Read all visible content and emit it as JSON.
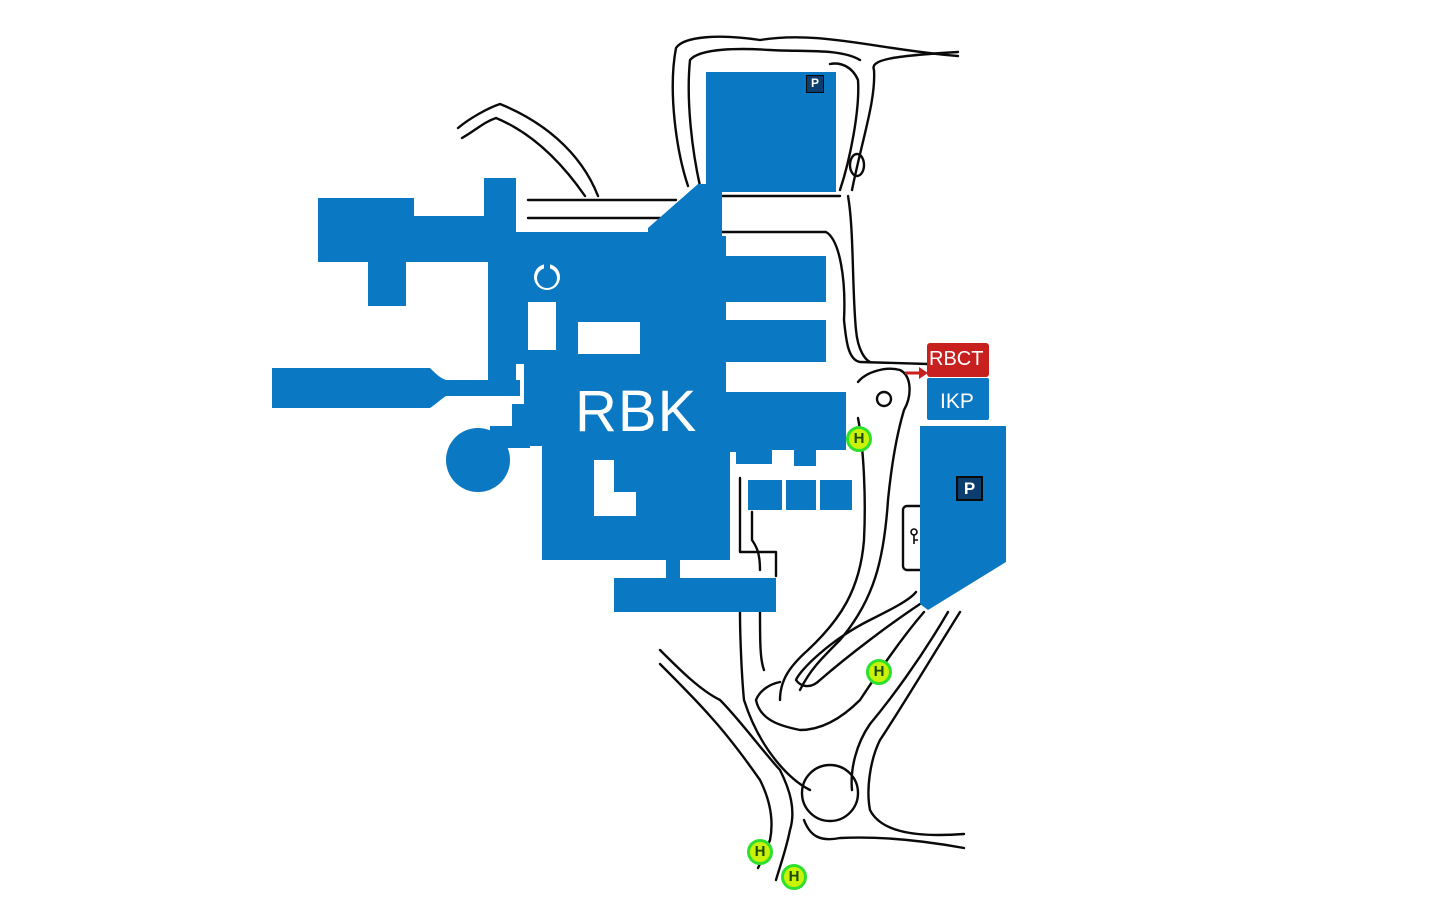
{
  "map": {
    "labels": {
      "main_building": "RBK",
      "building_rbct": "RBCT",
      "building_ikp": "IKP"
    },
    "parking": {
      "symbol": "P",
      "count": 2
    },
    "bus_stops": {
      "symbol": "H",
      "count": 4
    },
    "icons": [
      "parking-icon",
      "bus-stop-icon",
      "arrow-icon",
      "key-icon"
    ],
    "colors": {
      "buildings": "#0a78c2",
      "rbct_highlight": "#c8201f",
      "roads": "#0a0a0a",
      "bus_stop_fill": "#c8f20a",
      "bus_stop_ring": "#2ee02e",
      "background": "#ffffff"
    }
  }
}
